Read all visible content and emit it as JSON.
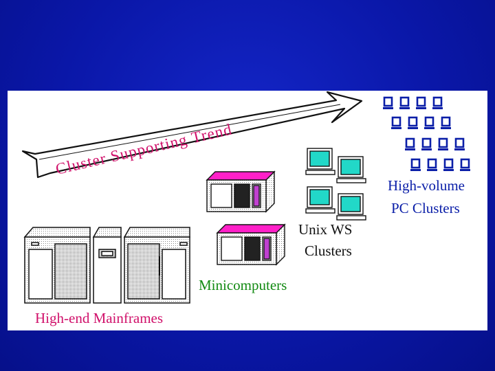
{
  "diagram": {
    "trend_banner": {
      "text": "Cluster Supporting Trend"
    },
    "labels": {
      "mainframes": "High-end Mainframes",
      "minicomputers": "Minicomputers",
      "unix_ws_line1": "Unix WS",
      "unix_ws_line2": "Clusters",
      "pc_line1": "High-volume",
      "pc_line2": "PC Clusters"
    },
    "colors": {
      "slide_background": "#0a17a8",
      "panel": "#ffffff",
      "banner_text": "#d0106a",
      "mainframes": "#d0106a",
      "minicomputers": "#128a12",
      "unix_ws": "#111111",
      "pc_clusters": "#0a1ea8",
      "mini_top": "#ff20c8",
      "monitor_screen": "#22d8c8"
    },
    "icons": {
      "mainframe": "mainframe-icon",
      "minicomputer": "minicomputer-icon",
      "workstation": "workstation-icon",
      "pc": "pc-icon"
    },
    "pc_cluster": {
      "rows": 4,
      "per_row": 4
    }
  }
}
